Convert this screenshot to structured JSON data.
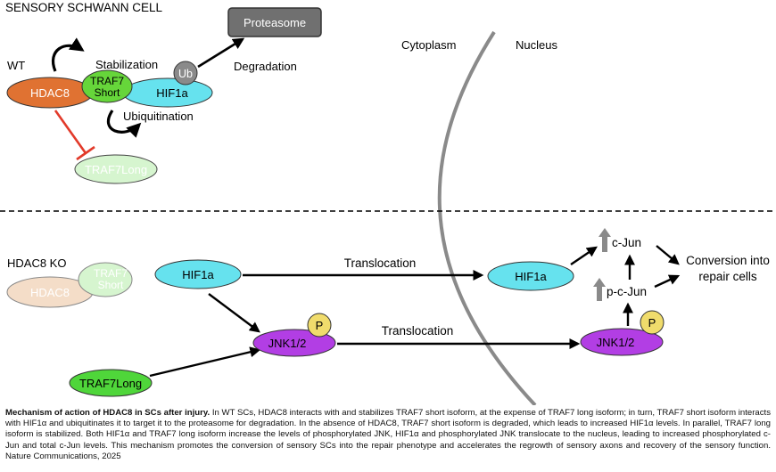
{
  "diagram": {
    "title": "SENSORY SCHWANN CELL",
    "wt": {
      "label": "WT",
      "hdac8": "HDAC8",
      "traf7_short_line1": "TRAF7",
      "traf7_short_line2": "Short",
      "hif1a": "HIF1a",
      "ub": "Ub",
      "proteasome": "Proteasome",
      "stabilization": "Stabilization",
      "ubiquitination": "Ubiquitination",
      "degradation": "Degradation",
      "traf7_long": "TRAF7Long"
    },
    "compartments": {
      "cytoplasm": "Cytoplasm",
      "nucleus": "Nucleus"
    },
    "ko": {
      "label": "HDAC8 KO",
      "hdac8": "HDAC8",
      "traf7_short_line1": "TRAF7",
      "traf7_short_line2": "Short",
      "hif1a": "HIF1a",
      "jnk": "JNK1/2",
      "p": "P",
      "traf7_long": "TRAF7Long",
      "translocation_top": "Translocation",
      "translocation_bottom": "Translocation",
      "hif1a_nucleus": "HIF1a",
      "jnk_nucleus": "JNK1/2",
      "p_nucleus": "P",
      "c_jun": "c-Jun",
      "p_c_jun": "p-c-Jun",
      "conversion_line1": "Conversion into",
      "conversion_line2": "repair cells"
    },
    "colors": {
      "hdac8": "#e07232",
      "traf7_short": "#66d63a",
      "hif1a": "#66e2ee",
      "ub": "#8a8a8a",
      "proteasome": "#707070",
      "traf7_long_faded": "#d6f5cf",
      "jnk": "#b23ee4",
      "p": "#f0dc6c",
      "traf7_long": "#4fd63a",
      "inhibit": "#e23a2a",
      "membrane": "#8a8a8a",
      "up_arrow": "#8a8a8a"
    }
  },
  "caption": {
    "bold": "Mechanism of action of HDAC8 in SCs after injury.",
    "text": " In WT SCs, HDAC8 interacts with and stabilizes TRAF7 short isoform, at the expense of TRAF7 long isoform; in turn, TRAF7 short isoform interacts with HIF1α and ubiquitinates it to target it to the proteasome for degradation. In the absence of HDAC8, TRAF7 short isoform is degraded, which leads to increased HIF1α levels. In parallel, TRAF7 long isoform is stabilized. Both HIF1α and TRAF7 long isoform increase the levels of phosphorylated JNK, HIF1α and phosphorylated JNK translocate to the nucleus, leading to increased phosphorylated c-Jun and total c-Jun levels. This mechanism promotes the conversion of sensory SCs into the repair phenotype and accelerates the regrowth of sensory axons and recovery of the sensory function. Nature Communications, 2025"
  }
}
